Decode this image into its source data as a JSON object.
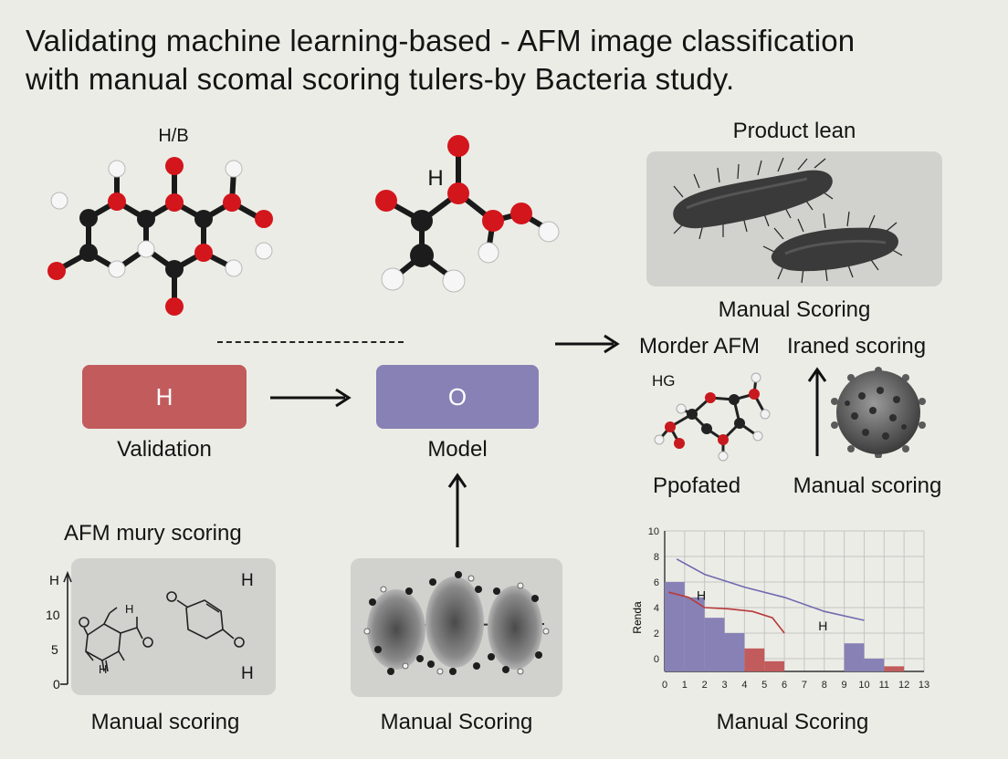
{
  "title": {
    "line1": "Validating machine learning-based - AFM image classification",
    "line2": "with manual scomal scoring tulers-by Bacteria study."
  },
  "molecule_left": {
    "label": "H/B"
  },
  "molecule_middle": {
    "label": "H"
  },
  "product_panel": {
    "title": "Product lean",
    "caption": "Manual Scoring"
  },
  "flow": {
    "validation_box": {
      "text": "H",
      "caption": "Validation",
      "color": "#c25b5c"
    },
    "model_box": {
      "text": "O",
      "caption": "Model",
      "color": "#8781b6"
    }
  },
  "right_labels": {
    "morder": "Morder AFM",
    "iraned": "Iraned scoring"
  },
  "small_molecule": {
    "label": "HG",
    "caption": "Ppofated"
  },
  "virus_caption": "Manual scoring",
  "afm_panel": {
    "title": "AFM mury scoring",
    "axis_top": "H",
    "ticks": [
      "10",
      "5",
      "0"
    ],
    "labels": {
      "h1": "H",
      "h2": "H",
      "h3": "H",
      "h4": "H"
    },
    "caption": "Manual scoring"
  },
  "micro_panel": {
    "caption": "Manual Scoring"
  },
  "chart_caption": "Manual Scoring",
  "chart_data": {
    "type": "bar",
    "ylabel": "Renda",
    "xlim": [
      0,
      13
    ],
    "ylim": [
      -1,
      10
    ],
    "x_ticks": [
      0,
      1,
      2,
      3,
      4,
      5,
      6,
      7,
      8,
      9,
      10,
      11,
      12,
      13
    ],
    "y_ticks": [
      0,
      2,
      4,
      6,
      8,
      10
    ],
    "bars": [
      {
        "x": 0,
        "width": 1,
        "value": 6,
        "color": "#8781b6"
      },
      {
        "x": 1,
        "width": 1,
        "value": 4.8,
        "color": "#8781b6"
      },
      {
        "x": 2,
        "width": 1,
        "value": 3.2,
        "color": "#8781b6"
      },
      {
        "x": 3,
        "width": 1,
        "value": 2,
        "color": "#8781b6"
      },
      {
        "x": 4,
        "width": 1,
        "value": 0.8,
        "color": "#c25b5c"
      },
      {
        "x": 5,
        "width": 1,
        "value": -0.2,
        "color": "#c25b5c"
      },
      {
        "x": 9,
        "width": 1,
        "value": 1.2,
        "color": "#8781b6"
      },
      {
        "x": 10,
        "width": 1,
        "value": 0,
        "color": "#8781b6"
      },
      {
        "x": 11,
        "width": 1,
        "value": -0.6,
        "color": "#c25b5c"
      }
    ],
    "series": [
      {
        "color": "#6f6ab0",
        "points": [
          [
            0.6,
            7.8
          ],
          [
            2,
            6.6
          ],
          [
            4,
            5.6
          ],
          [
            6,
            4.8
          ],
          [
            8,
            3.7
          ],
          [
            10,
            3.0
          ]
        ]
      },
      {
        "color": "#b83a3a",
        "points": [
          [
            0.2,
            5.2
          ],
          [
            1.2,
            4.8
          ],
          [
            2,
            4.0
          ],
          [
            3.2,
            3.9
          ],
          [
            4.4,
            3.7
          ],
          [
            5.4,
            3.2
          ],
          [
            6,
            2.0
          ]
        ]
      }
    ],
    "annotations": [
      {
        "text": "H",
        "x": 1.6,
        "y": 4.6
      },
      {
        "text": "H",
        "x": 7.7,
        "y": 2.2
      }
    ]
  }
}
